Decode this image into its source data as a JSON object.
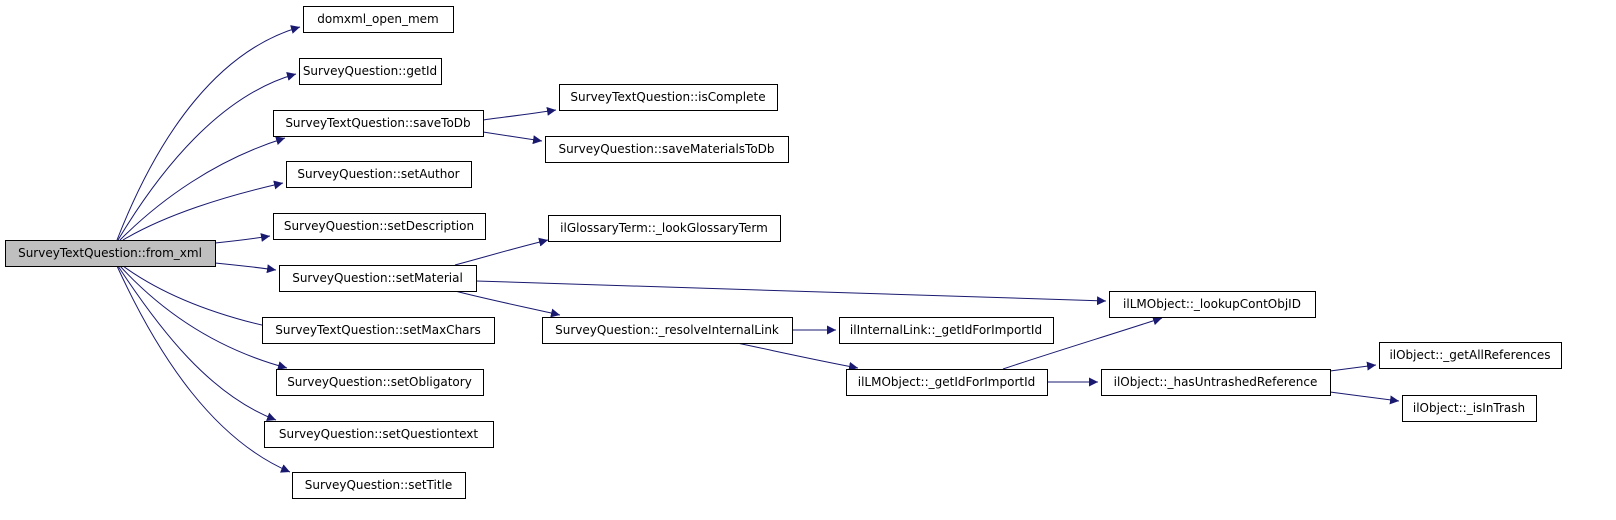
{
  "graph": {
    "edge_color": "#191970",
    "root_fill": "#bfbfbf",
    "node_fill": "#ffffff",
    "nodes": [
      {
        "id": "n0",
        "label": "SurveyTextQuestion::from_xml",
        "root": true
      },
      {
        "id": "n1",
        "label": "domxml_open_mem"
      },
      {
        "id": "n2",
        "label": "SurveyQuestion::getId"
      },
      {
        "id": "n3",
        "label": "SurveyTextQuestion::saveToDb"
      },
      {
        "id": "n4",
        "label": "SurveyQuestion::setAuthor"
      },
      {
        "id": "n5",
        "label": "SurveyQuestion::setDescription"
      },
      {
        "id": "n6",
        "label": "SurveyQuestion::setMaterial"
      },
      {
        "id": "n7",
        "label": "SurveyTextQuestion::setMaxChars"
      },
      {
        "id": "n8",
        "label": "SurveyQuestion::setObligatory"
      },
      {
        "id": "n9",
        "label": "SurveyQuestion::setQuestiontext"
      },
      {
        "id": "n10",
        "label": "SurveyQuestion::setTitle"
      },
      {
        "id": "n11",
        "label": "SurveyTextQuestion::isComplete"
      },
      {
        "id": "n12",
        "label": "SurveyQuestion::saveMaterialsToDb"
      },
      {
        "id": "n13",
        "label": "ilGlossaryTerm::_lookGlossaryTerm"
      },
      {
        "id": "n14",
        "label": "SurveyQuestion::_resolveInternalLink"
      },
      {
        "id": "n15",
        "label": "ilLMObject::_lookupContObjID"
      },
      {
        "id": "n16",
        "label": "ilInternalLink::_getIdForImportId"
      },
      {
        "id": "n17",
        "label": "ilLMObject::_getIdForImportId"
      },
      {
        "id": "n18",
        "label": "ilObject::_hasUntrashedReference"
      },
      {
        "id": "n19",
        "label": "ilObject::_getAllReferences"
      },
      {
        "id": "n20",
        "label": "ilObject::_isInTrash"
      }
    ],
    "edges": [
      [
        "n0",
        "n1"
      ],
      [
        "n0",
        "n2"
      ],
      [
        "n0",
        "n3"
      ],
      [
        "n0",
        "n4"
      ],
      [
        "n0",
        "n5"
      ],
      [
        "n0",
        "n6"
      ],
      [
        "n0",
        "n7"
      ],
      [
        "n0",
        "n8"
      ],
      [
        "n0",
        "n9"
      ],
      [
        "n0",
        "n10"
      ],
      [
        "n3",
        "n11"
      ],
      [
        "n3",
        "n12"
      ],
      [
        "n6",
        "n13"
      ],
      [
        "n6",
        "n14"
      ],
      [
        "n6",
        "n15"
      ],
      [
        "n14",
        "n16"
      ],
      [
        "n14",
        "n17"
      ],
      [
        "n17",
        "n15"
      ],
      [
        "n17",
        "n18"
      ],
      [
        "n18",
        "n19"
      ],
      [
        "n18",
        "n20"
      ]
    ]
  }
}
